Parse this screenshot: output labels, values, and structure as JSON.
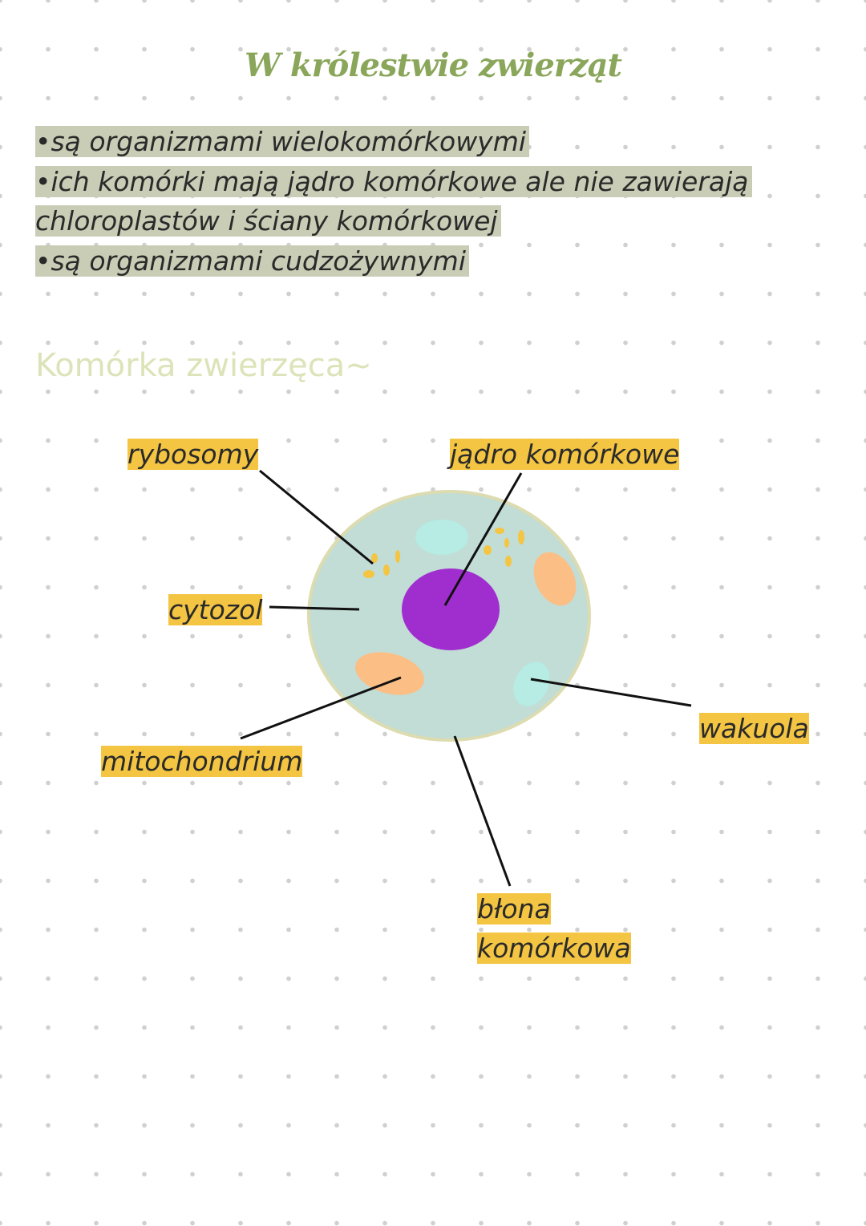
{
  "title": "W królestwie zwierząt",
  "bullets": [
    "•są organizmami wielokomórkowymi",
    "•ich komórki mają jądro komórkowe ale nie zawierają",
    "chloroplastów i ściany komórkowej",
    "•są organizmami cudzożywnymi"
  ],
  "subtitle": "Komórka zwierzęca~",
  "labels": {
    "rybosomy": "rybosomy",
    "jadro": "jądro komórkowe",
    "cytozol": "cytozol",
    "mitochondrium": "mitochondrium",
    "wakuola": "wakuola",
    "blona1": "błona",
    "blona2": "komórkowa"
  },
  "colors": {
    "title": "#8aa65a",
    "highlight": "#c9cdb6",
    "label": "#f4c542",
    "cytoplasm": "#c2dcd6",
    "nucleus": "#a02ecf",
    "mitochondria": "#fbbf86",
    "vacuole": "#b6ece3"
  }
}
